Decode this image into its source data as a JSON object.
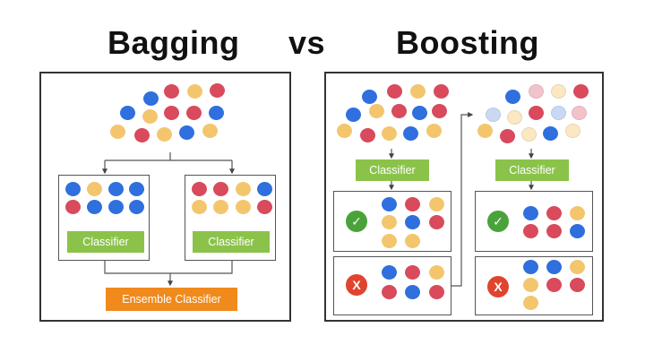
{
  "titles": {
    "left": "Bagging",
    "middle": "vs",
    "right": "Boosting"
  },
  "labels": {
    "classifier": "Classifier",
    "ensemble": "Ensemble Classifier",
    "correct_icon": "✓",
    "wrong_icon": "X"
  },
  "icons": {
    "correct": "check-circle-icon",
    "wrong": "x-circle-icon"
  },
  "colors": {
    "blue": "#2f6fde",
    "red": "#d84a5c",
    "yellow": "#f3c66e",
    "light_blue": "#c9d9f3",
    "light_red": "#f2c3cb",
    "light_yellow": "#fbe7c2",
    "classifier_green": "#8bc34a",
    "ensemble_orange": "#f08a1d",
    "check_green": "#4aa33a",
    "x_red": "#e0442f"
  }
}
